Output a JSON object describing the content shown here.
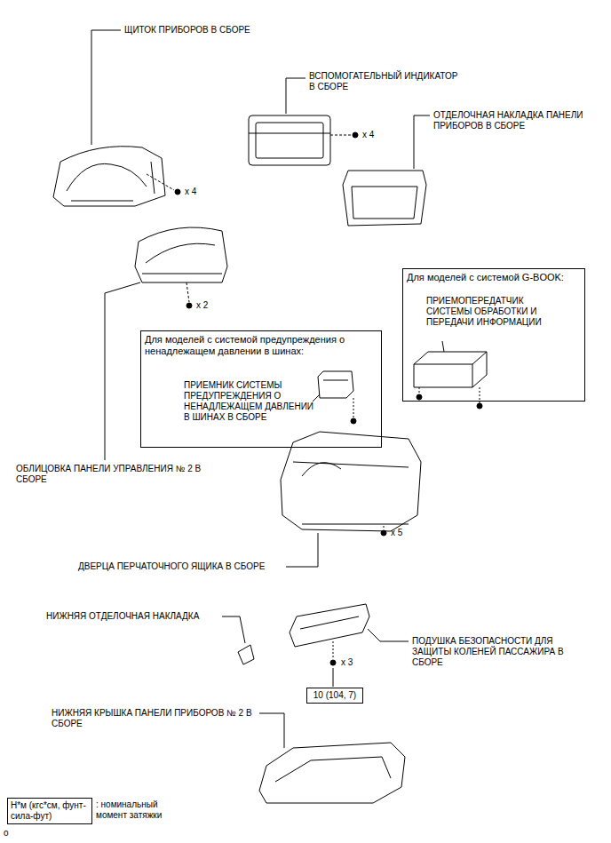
{
  "diagram": {
    "nodes": [
      {
        "text": [
          "Для моделей с системой G-BOOK:",
          "ПРИЕМОПЕРЕДАТЧИК СИСТЕМЫ ОБРАБОТКИ И ПЕРЕДАЧИ ИНФОРМАЦИИ"
        ]
      },
      {
        "text": [
          "Для моделей с системой предупреждения о ненадлежащем давлении в шинах:",
          "ПРИЕМНИК СИСТЕМЫ ПРЕДУПРЕЖДЕНИЯ О НЕНАДЛЕЖАЩЕМ ДАВЛЕНИИ В ШИНАХ В СБОРЕ"
        ]
      },
      {
        "text": [
          "10 (104, 7)"
        ]
      },
      {
        "text": [
          "Н*м (кгс*см, фунт-сила-фут)"
        ]
      }
    ],
    "labels": [
      "ЩИТОК ПРИБОРОВ В СБОРЕ",
      "ВСПОМОГАТЕЛЬНЫЙ ИНДИКАТОР В СБОРЕ",
      "x 4",
      "ОТДЕЛОЧНАЯ НАКЛАДКА ПАНЕЛИ ПРИБОРОВ В СБОРЕ",
      "x 4",
      "x 2",
      "ОБЛИЦОВКА ПАНЕЛИ УПРАВЛЕНИЯ № 2 В СБОРЕ",
      "x 5",
      "ДВЕРЦА ПЕРЧАТОЧНОГО ЯЩИКА В СБОРЕ",
      "НИЖНЯЯ ОТДЕЛОЧНАЯ НАКЛАДКА",
      "ПОДУШКА БЕЗОПАСНОСТИ ДЛЯ ЗАЩИТЫ КОЛЕНЕЙ ПАССАЖИРА В СБОРЕ",
      "x 3",
      "НИЖНЯЯ КРЫШКА ПАНЕЛИ ПРИБОРОВ № 2 В СБОРЕ",
      "o"
    ],
    "legend": [
      {
        "text": ": номинальный момент затяжки"
      }
    ]
  }
}
